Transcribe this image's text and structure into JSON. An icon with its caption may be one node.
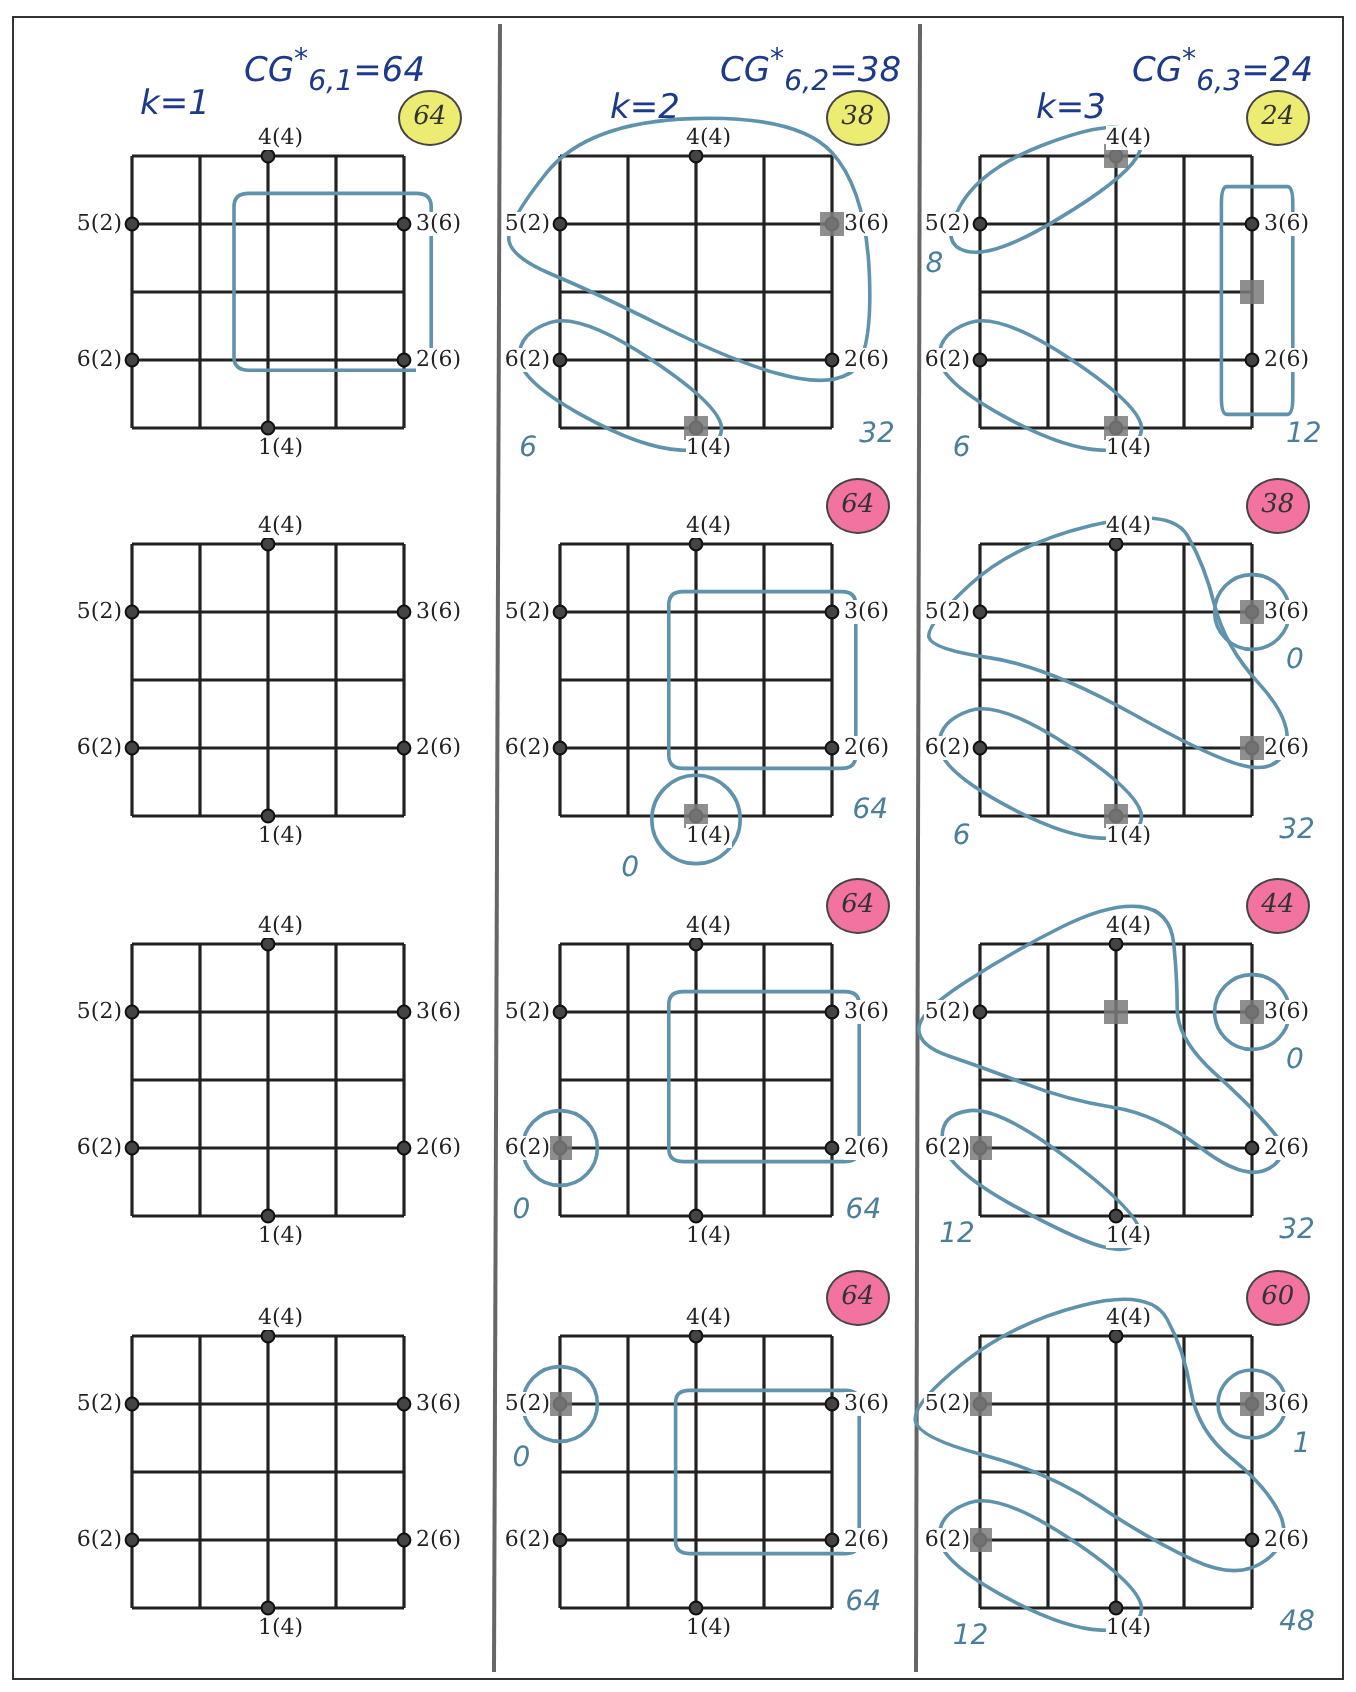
{
  "diagram": {
    "nodes": [
      {
        "text": [
          "4(4)",
          "5(2)",
          "3(6)",
          "6(2)",
          "2(6)",
          "1(4)",
          "64"
        ]
      },
      {
        "text": [
          "4(4)",
          "5(2)",
          "3(6)",
          "6(2)",
          "2(6)",
          "1(4)",
          "38",
          "6",
          "32"
        ]
      },
      {
        "text": [
          "4(4)",
          "5(2)",
          "3(6)",
          "6(2)",
          "2(6)",
          "1(4)",
          "24",
          "8",
          "6",
          "12"
        ]
      },
      {
        "text": [
          "4(4)",
          "5(2)",
          "3(6)",
          "6(2)",
          "2(6)",
          "1(4)"
        ]
      },
      {
        "text": [
          "4(4)",
          "5(2)",
          "3(6)",
          "6(2)",
          "2(6)",
          "1(4)",
          "64",
          "64",
          "0"
        ]
      },
      {
        "text": [
          "4(4)",
          "5(2)",
          "3(6)",
          "6(2)",
          "2(6)",
          "1(4)",
          "38",
          "0",
          "6",
          "32"
        ]
      },
      {
        "text": [
          "4(4)",
          "5(2)",
          "3(6)",
          "6(2)",
          "2(6)",
          "1(4)"
        ]
      },
      {
        "text": [
          "4(4)",
          "5(2)",
          "3(6)",
          "6(2)",
          "2(6)",
          "1(4)",
          "64",
          "0",
          "64"
        ]
      },
      {
        "text": [
          "4(4)",
          "5(2)",
          "3(6)",
          "6(2)",
          "2(6)",
          "1(4)",
          "44",
          "0",
          "12",
          "32"
        ]
      },
      {
        "text": [
          "4(4)",
          "5(2)",
          "3(6)",
          "6(2)",
          "2(6)",
          "1(4)"
        ]
      },
      {
        "text": [
          "4(4)",
          "5(2)",
          "3(6)",
          "6(2)",
          "2(6)",
          "1(4)",
          "64",
          "0",
          "64"
        ]
      },
      {
        "text": [
          "4(4)",
          "5(2)",
          "3(6)",
          "6(2)",
          "2(6)",
          "1(4)",
          "60",
          "1",
          "12",
          "48"
        ]
      }
    ],
    "labels": [
      "k=1",
      "CG$^{*}$$_{6,1}$=64",
      "k=2",
      "CG$^{*}$$_{6,2}$=38",
      "k=3",
      "CG$^{*}$$_{6,3}$=24"
    ]
  }
}
